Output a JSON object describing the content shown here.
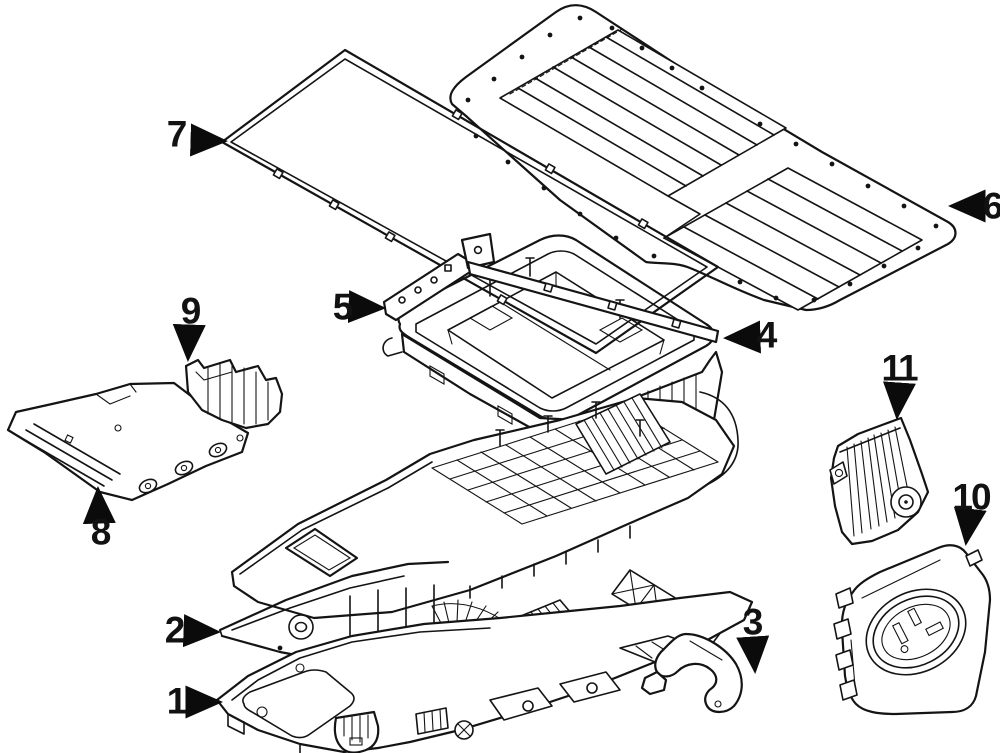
{
  "page": {
    "background": "#ffffff",
    "ink": "#141414"
  },
  "diagram": {
    "callouts": [
      {
        "label": "1"
      },
      {
        "label": "2"
      },
      {
        "label": "3"
      },
      {
        "label": "4"
      },
      {
        "label": "5"
      },
      {
        "label": "6"
      },
      {
        "label": "7"
      },
      {
        "label": "8"
      },
      {
        "label": "9"
      },
      {
        "label": "10"
      },
      {
        "label": "11"
      }
    ]
  }
}
